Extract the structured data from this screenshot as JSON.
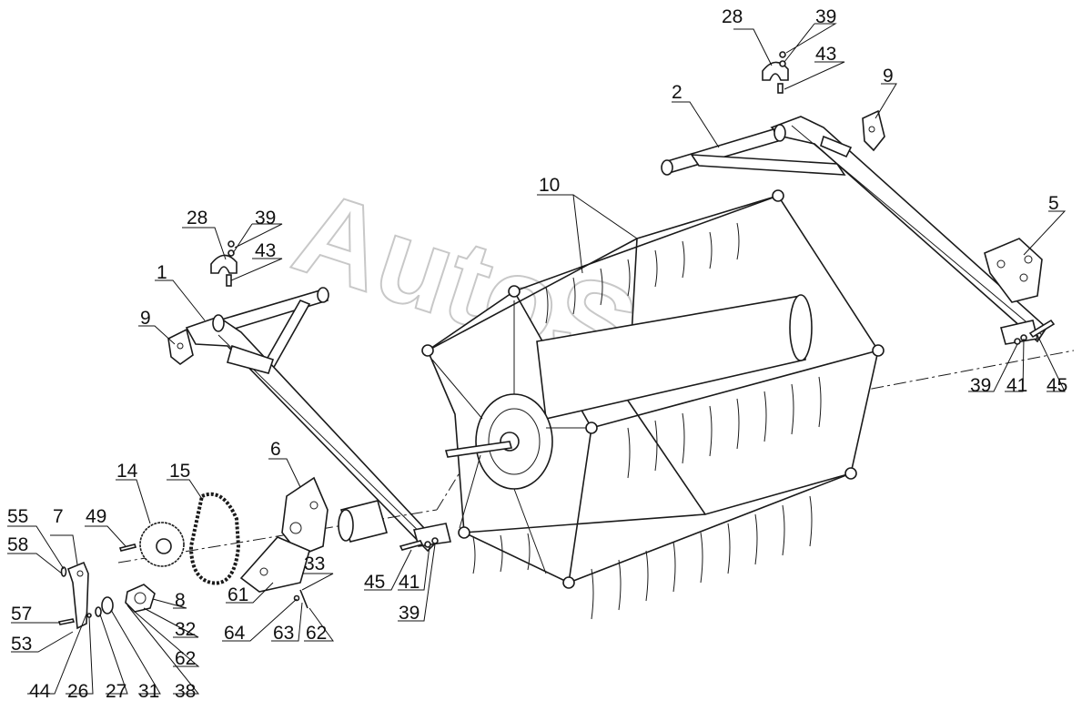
{
  "watermark": "AutoSoft",
  "callouts": [
    {
      "id": "c-28a",
      "text": "28"
    },
    {
      "id": "c-39a",
      "text": "39"
    },
    {
      "id": "c-43a",
      "text": "43"
    },
    {
      "id": "c-9a",
      "text": "9"
    },
    {
      "id": "c-2",
      "text": "2"
    },
    {
      "id": "c-5",
      "text": "5"
    },
    {
      "id": "c-39b",
      "text": "39"
    },
    {
      "id": "c-41a",
      "text": "41"
    },
    {
      "id": "c-45a",
      "text": "45"
    },
    {
      "id": "c-10",
      "text": "10"
    },
    {
      "id": "c-28b",
      "text": "28"
    },
    {
      "id": "c-39c",
      "text": "39"
    },
    {
      "id": "c-43b",
      "text": "43"
    },
    {
      "id": "c-1",
      "text": "1"
    },
    {
      "id": "c-9b",
      "text": "9"
    },
    {
      "id": "c-6",
      "text": "6"
    },
    {
      "id": "c-14",
      "text": "14"
    },
    {
      "id": "c-15",
      "text": "15"
    },
    {
      "id": "c-49",
      "text": "49"
    },
    {
      "id": "c-7",
      "text": "7"
    },
    {
      "id": "c-55",
      "text": "55"
    },
    {
      "id": "c-58",
      "text": "58"
    },
    {
      "id": "c-57",
      "text": "57"
    },
    {
      "id": "c-53",
      "text": "53"
    },
    {
      "id": "c-8",
      "text": "8"
    },
    {
      "id": "c-32",
      "text": "32"
    },
    {
      "id": "c-62a",
      "text": "62"
    },
    {
      "id": "c-38",
      "text": "38"
    },
    {
      "id": "c-31",
      "text": "31"
    },
    {
      "id": "c-27",
      "text": "27"
    },
    {
      "id": "c-26",
      "text": "26"
    },
    {
      "id": "c-44",
      "text": "44"
    },
    {
      "id": "c-61",
      "text": "61"
    },
    {
      "id": "c-64",
      "text": "64"
    },
    {
      "id": "c-63",
      "text": "63"
    },
    {
      "id": "c-62b",
      "text": "62"
    },
    {
      "id": "c-33",
      "text": "33"
    },
    {
      "id": "c-45b",
      "text": "45"
    },
    {
      "id": "c-41b",
      "text": "41"
    },
    {
      "id": "c-39d",
      "text": "39"
    }
  ]
}
